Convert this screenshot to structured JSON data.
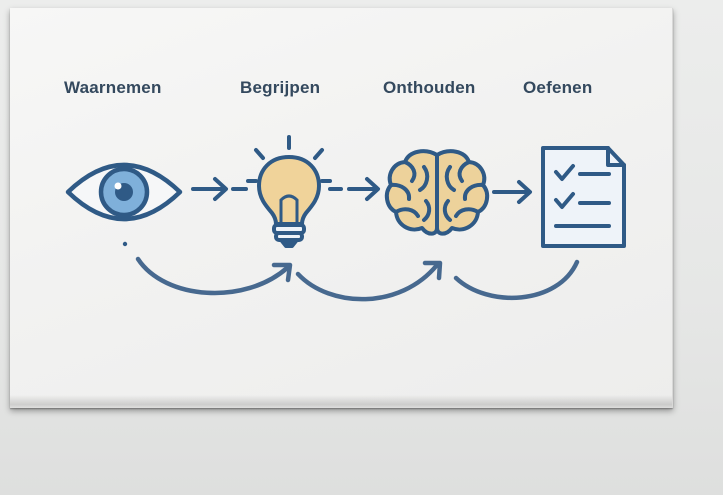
{
  "steps": [
    {
      "label": "Waarnemen",
      "icon": "eye-icon"
    },
    {
      "label": "Begrijpen",
      "icon": "lightbulb-icon"
    },
    {
      "label": "Onthouden",
      "icon": "brain-icon"
    },
    {
      "label": "Oefenen",
      "icon": "checklist-icon"
    }
  ],
  "colors": {
    "stroke": "#2f5a86",
    "iris": "#7fb0da",
    "bulb": "#f0d39a",
    "brain": "#edd29b",
    "paper": "#eef3f9",
    "text": "#34495e"
  }
}
